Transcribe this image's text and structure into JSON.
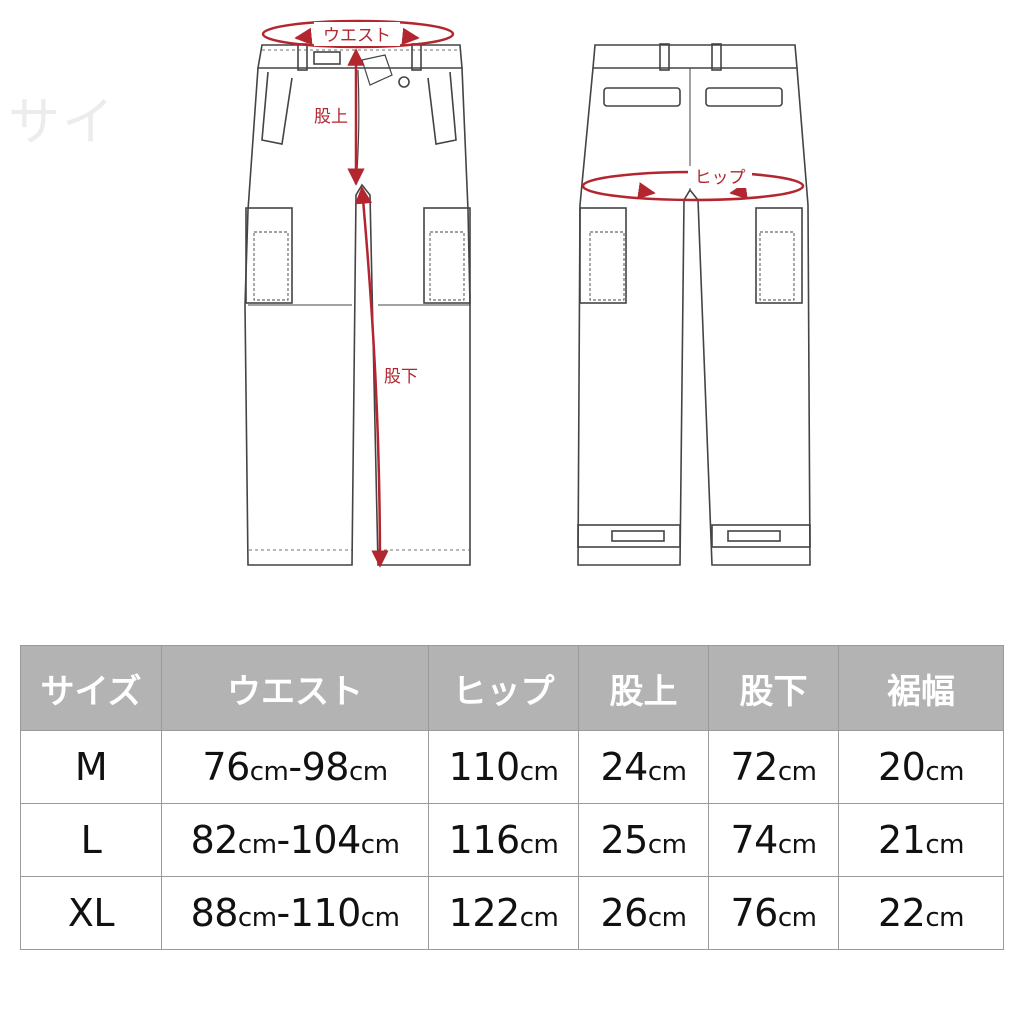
{
  "watermark": "サイ",
  "diagram_labels": {
    "waist": "ウエスト",
    "rise": "股上",
    "inseam": "股下",
    "hip": "ヒップ"
  },
  "table": {
    "headers": [
      "サイズ",
      "ウエスト",
      "ヒップ",
      "股上",
      "股下",
      "裾幅"
    ],
    "unit": "cm",
    "rows": [
      {
        "size": "M",
        "waist_a": "76",
        "waist_b": "-98",
        "hip": "110",
        "rise": "24",
        "inseam": "72",
        "hem": "20"
      },
      {
        "size": "L",
        "waist_a": "82",
        "waist_b": "-104",
        "hip": "116",
        "rise": "25",
        "inseam": "74",
        "hem": "21"
      },
      {
        "size": "XL",
        "waist_a": "88",
        "waist_b": "-110",
        "hip": "122",
        "rise": "26",
        "inseam": "76",
        "hem": "22"
      }
    ]
  },
  "colors": {
    "annotation": "#b3262f",
    "header_bg": "#b3b3b3",
    "outline": "#444444"
  }
}
